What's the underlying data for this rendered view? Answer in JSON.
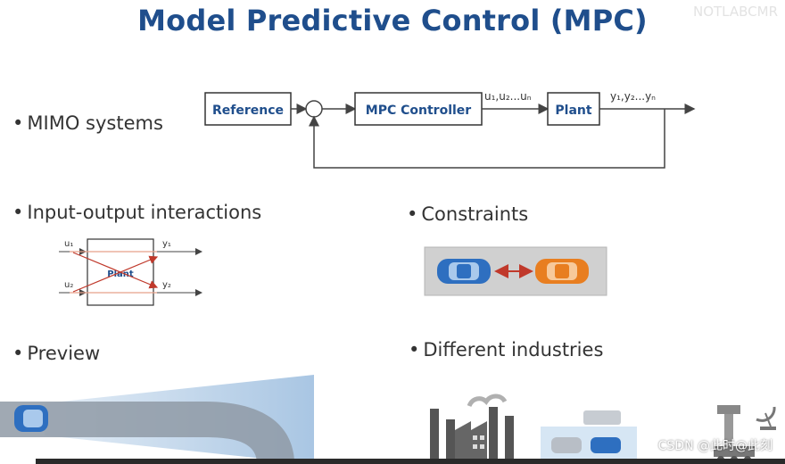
{
  "title": "Model Predictive Control (MPC)",
  "watermark_top": "NOTLABCMR",
  "watermark_bottom": "CSDN @此时@此刻",
  "bullets": {
    "mimo": "MIMO systems",
    "io": "Input-output interactions",
    "constraints": "Constraints",
    "preview": "Preview",
    "industries": "Different industries"
  },
  "block_diagram": {
    "reference": "Reference",
    "sum_sign": "-",
    "controller": "MPC Controller",
    "plant": "Plant",
    "u_label": "u₁,u₂...uₙ",
    "y_label": "y₁,y₂...yₙ"
  },
  "io_diagram": {
    "plant": "Plant",
    "u1": "u₁",
    "u2": "u₂",
    "y1": "y₁",
    "y2": "y₂"
  },
  "colors": {
    "title": "#1f4e8c",
    "block_text": "#1f4e8c",
    "arrow_red": "#c0392b",
    "car_blue": "#2e6fc0",
    "car_orange": "#e87e20",
    "road_gray": "#d0d0d0",
    "preview_beam": "#bcd3e8"
  },
  "icons": [
    "blue-car-icon",
    "orange-car-icon",
    "factory-icon",
    "trucks-icon",
    "robot-icon",
    "satellite-dish-icon"
  ]
}
